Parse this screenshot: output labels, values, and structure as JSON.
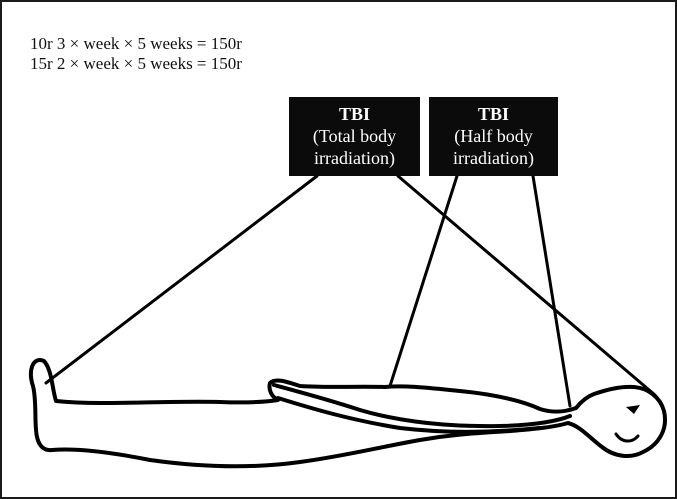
{
  "doses": [
    "10r 3 × week × 5 weeks = 150r",
    "15r 2 × week × 5 weeks = 150r"
  ],
  "labels": {
    "total": {
      "title": "TBI",
      "lines": [
        "(Total body",
        "irradiation)"
      ]
    },
    "half": {
      "title": "TBI",
      "lines": [
        "(Half body",
        "irradiation)"
      ]
    }
  },
  "colors": {
    "box_fill": "#0b0b0b",
    "box_text": "#ffffff",
    "outline": "#000000"
  }
}
